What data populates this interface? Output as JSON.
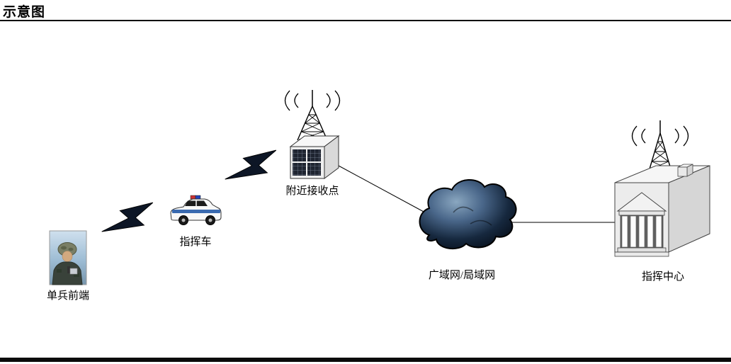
{
  "title": "示意图",
  "diagram": {
    "soldier": {
      "label": "单兵前端",
      "icon": "soldier-photo"
    },
    "vehicle": {
      "label": "指挥车",
      "icon": "police-car-icon"
    },
    "receiver": {
      "label": "附近接收点",
      "icon": "antenna-tower-icon"
    },
    "network": {
      "label": "广域网/局域网",
      "icon": "cloud-icon"
    },
    "center": {
      "label": "指挥中心",
      "icon": "command-center-building-icon"
    },
    "links": {
      "soldier_to_vehicle": "lightning-bolt-icon",
      "vehicle_to_receiver": "lightning-bolt-icon",
      "receiver_to_network": "line",
      "network_to_center": "line"
    },
    "colors": {
      "line": "#000000",
      "cloud_highlight": "#8aa7c0",
      "cloud_dark": "#060d18",
      "police_stripe": "#3a6ab0",
      "bolt": "#0d1626"
    }
  }
}
